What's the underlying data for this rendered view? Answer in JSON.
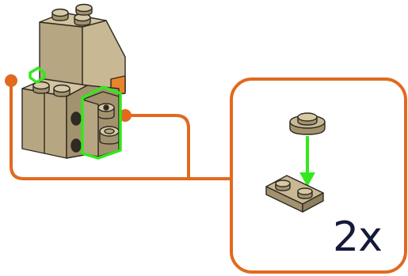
{
  "instruction_step": {
    "quantity_label": "2x",
    "colors": {
      "callout_line": "#e06a1e",
      "highlight": "#33e81c",
      "brick_tan": "#c9b894",
      "brick_tan_dark": "#a3926e",
      "brick_tan_shadow": "#7d6f53",
      "text": "#161a3a"
    },
    "callout": {
      "sub_assembly": [
        "round-plate-1x1",
        "plate-1x2"
      ],
      "action": "attach-arrow"
    },
    "main_model": {
      "highlighted_parts": [
        "bracket-plate",
        "small-plate-top"
      ]
    }
  }
}
